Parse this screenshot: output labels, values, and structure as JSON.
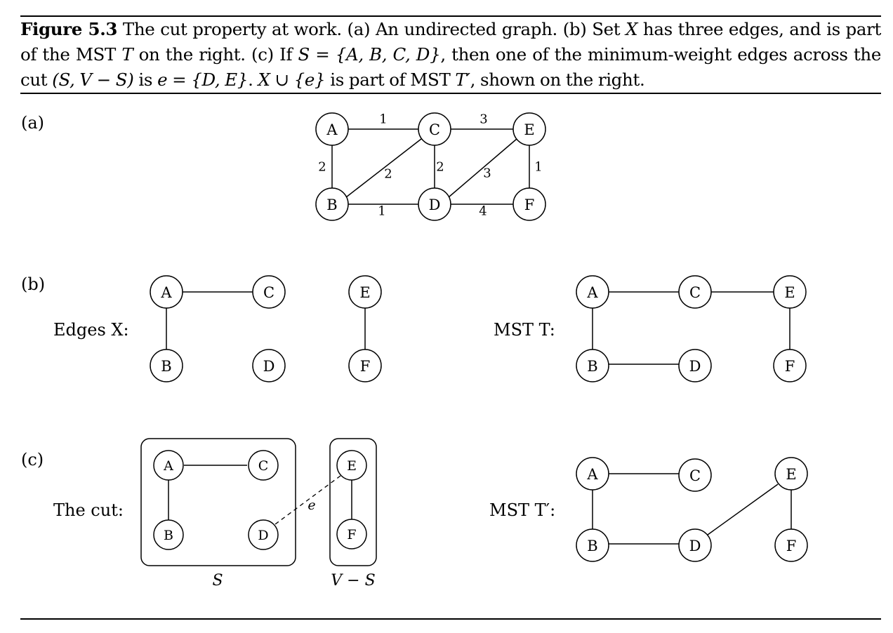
{
  "caption": {
    "figure_label": "Figure 5.3",
    "t1": "The cut property at work. (a) An undirected graph. (b) Set",
    "X": "X",
    "t2": "has three edges, and is part of the MST",
    "T": "T",
    "t3": "on the right. (c) If",
    "set_S": "S = {A, B, C, D}",
    "t4": ", then one of the minimum-weight edges across the cut",
    "cut": "(S, V − S)",
    "t5": "is",
    "edge_e": "e = {D, E}",
    "t6": ".",
    "union": "X ∪ {e}",
    "t7": "is part of MST",
    "Tprime": "T′",
    "t8": ", shown on the right."
  },
  "panel_a": {
    "label": "(a)",
    "nodes": [
      "A",
      "B",
      "C",
      "D",
      "E",
      "F"
    ],
    "weights": {
      "AC": "1",
      "CE": "3",
      "AB": "2",
      "BC": "2",
      "CD": "2",
      "DE": "3",
      "EF": "1",
      "BD": "1",
      "DF": "4"
    }
  },
  "panel_b": {
    "label": "(b)",
    "left_label": "Edges X:",
    "right_label": "MST T:",
    "nodes": [
      "A",
      "B",
      "C",
      "D",
      "E",
      "F"
    ]
  },
  "panel_c": {
    "label": "(c)",
    "left_label": "The cut:",
    "right_label": "MST T′:",
    "e_label": "e",
    "set_S": "S",
    "set_VS": "V − S",
    "nodes": [
      "A",
      "B",
      "C",
      "D",
      "E",
      "F"
    ]
  }
}
